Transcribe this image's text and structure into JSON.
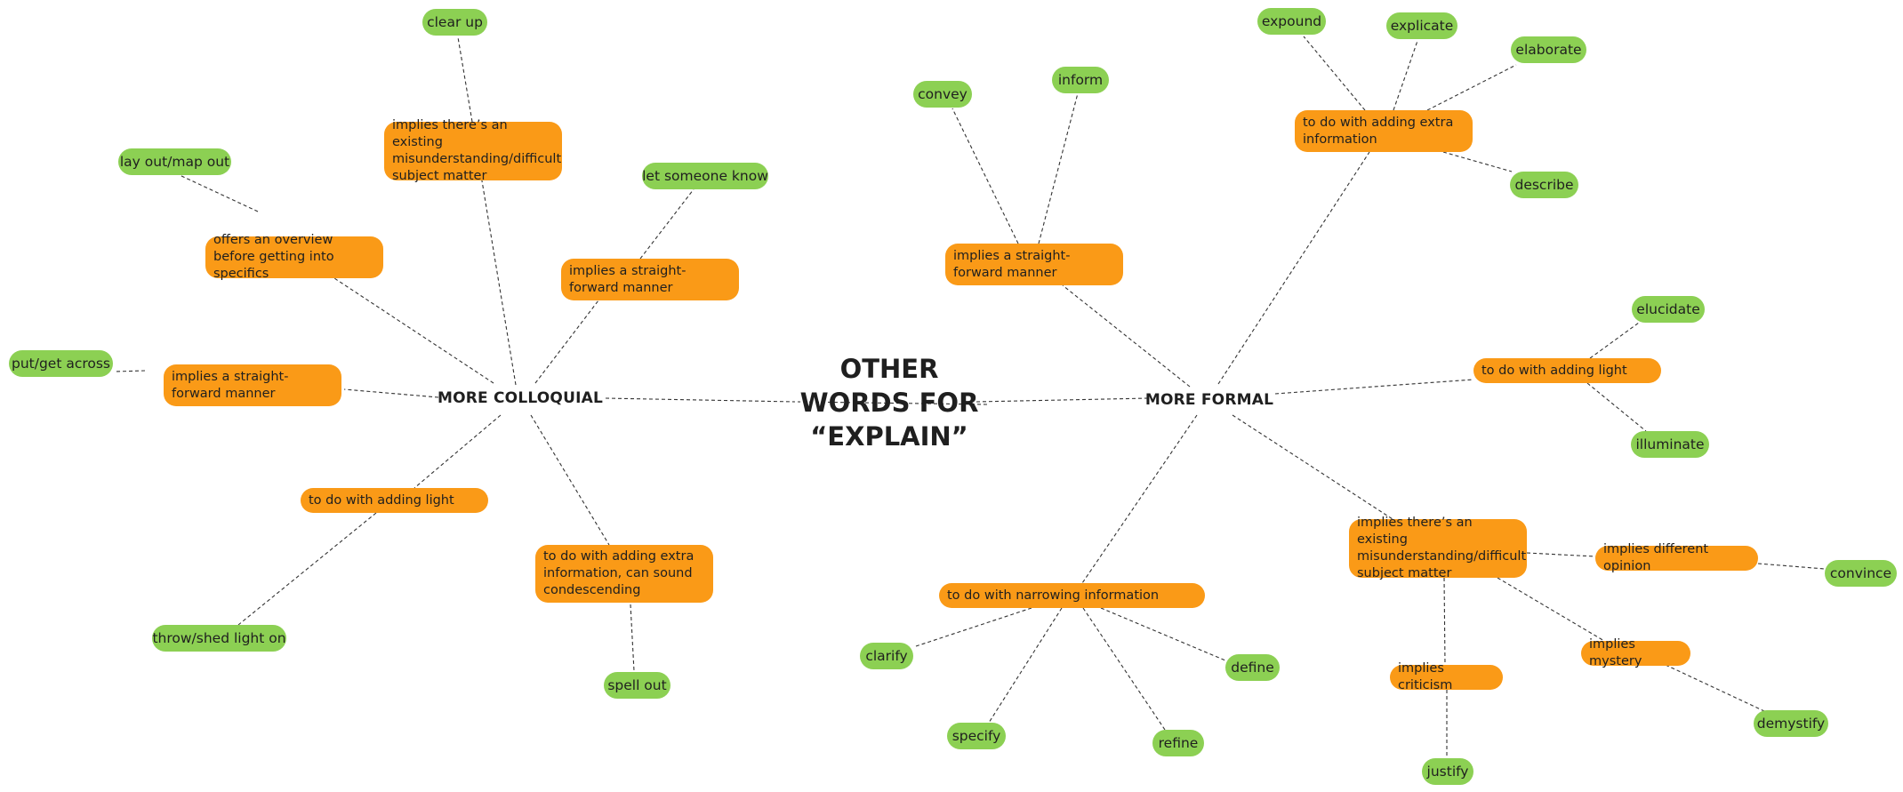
{
  "diagram": {
    "center": {
      "label": "OTHER\nWORDS FOR\n“EXPLAIN”"
    },
    "hubs": {
      "colloquial": "MORE COLLOQUIAL",
      "formal": "MORE FORMAL"
    },
    "colloquial": {
      "misunderstanding": "implies there’s an existing misunderstanding/difficult subject matter",
      "clear_up": "clear up",
      "overview": "offers an overview before getting into specifics",
      "lay_out": "lay out/map out",
      "straight_forward_1": "implies a straight-forward manner",
      "let_someone_know": "let someone know",
      "straight_forward_2": "implies a straight-forward manner",
      "put_across": "put/get across",
      "adding_light": "to do with adding light",
      "throw_light": "throw/shed light on",
      "extra_info": "to do with adding extra information, can sound condescending",
      "spell_out": "spell out"
    },
    "formal": {
      "straight_forward": "implies a straight-forward manner",
      "convey": "convey",
      "inform": "inform",
      "extra_info": "to do with adding extra information",
      "expound": "expound",
      "explicate": "explicate",
      "elaborate": "elaborate",
      "describe": "describe",
      "adding_light": "to do with adding light",
      "elucidate": "elucidate",
      "illuminate": "illuminate",
      "misunderstanding": "implies there’s an existing misunderstanding/difficult subject matter",
      "different_opinion": "implies different opinion",
      "convince": "convince",
      "mystery": "implies mystery",
      "demystify": "demystify",
      "criticism": "implies criticism",
      "justify": "justify",
      "narrowing": "to do with narrowing information",
      "clarify": "clarify",
      "define": "define",
      "specify": "specify",
      "refine": "refine"
    }
  },
  "colors": {
    "green_node": "#8cd053",
    "orange_node": "#fa9a17",
    "edge": "#333333",
    "text": "#1f1f1f"
  }
}
